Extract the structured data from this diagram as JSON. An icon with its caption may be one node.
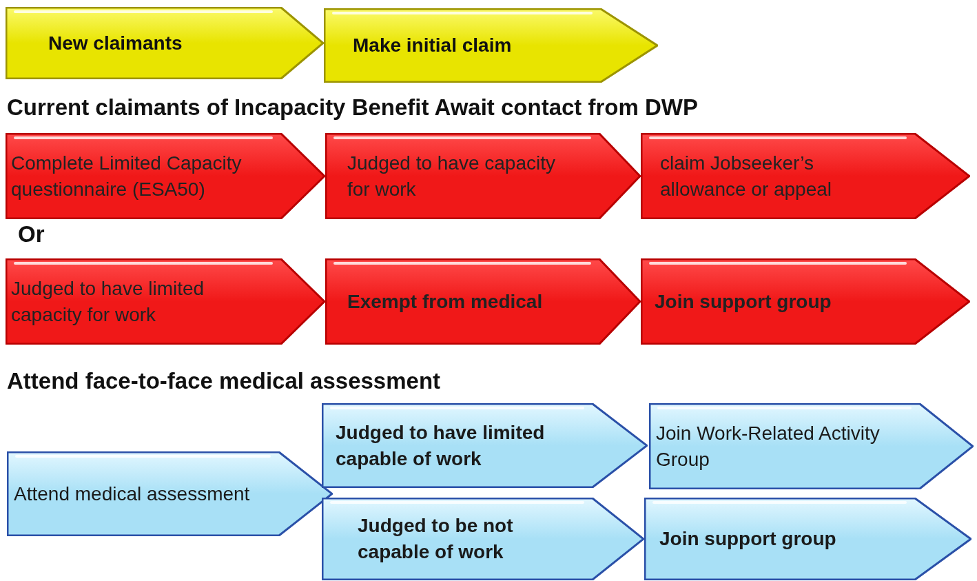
{
  "diagram": {
    "nodes": [
      {
        "text": [
          "New claimants"
        ]
      },
      {
        "text": [
          "Make initial claim"
        ]
      },
      {
        "text": [
          "Complete Limited Capacity questionnaire (ESA50)"
        ]
      },
      {
        "text": [
          "Judged to have capacity for work"
        ]
      },
      {
        "text": [
          "claim Jobseeker’s allowance or appeal"
        ]
      },
      {
        "text": [
          "Judged to have limited capacity for work"
        ]
      },
      {
        "text": [
          "Exempt from medical"
        ]
      },
      {
        "text": [
          "Join support group"
        ]
      },
      {
        "text": [
          "Attend medical assessment"
        ]
      },
      {
        "text": [
          "Judged to have limited capable of work"
        ]
      },
      {
        "text": [
          "Join Work-Related Activity Group"
        ]
      },
      {
        "text": [
          "Judged to be not capable of work"
        ]
      },
      {
        "text": [
          "Join support group"
        ]
      }
    ],
    "labels": [
      "Current claimants of Incapacity Benefit Await contact from DWP",
      "Or",
      "Attend face-to-face medical assessment"
    ]
  }
}
